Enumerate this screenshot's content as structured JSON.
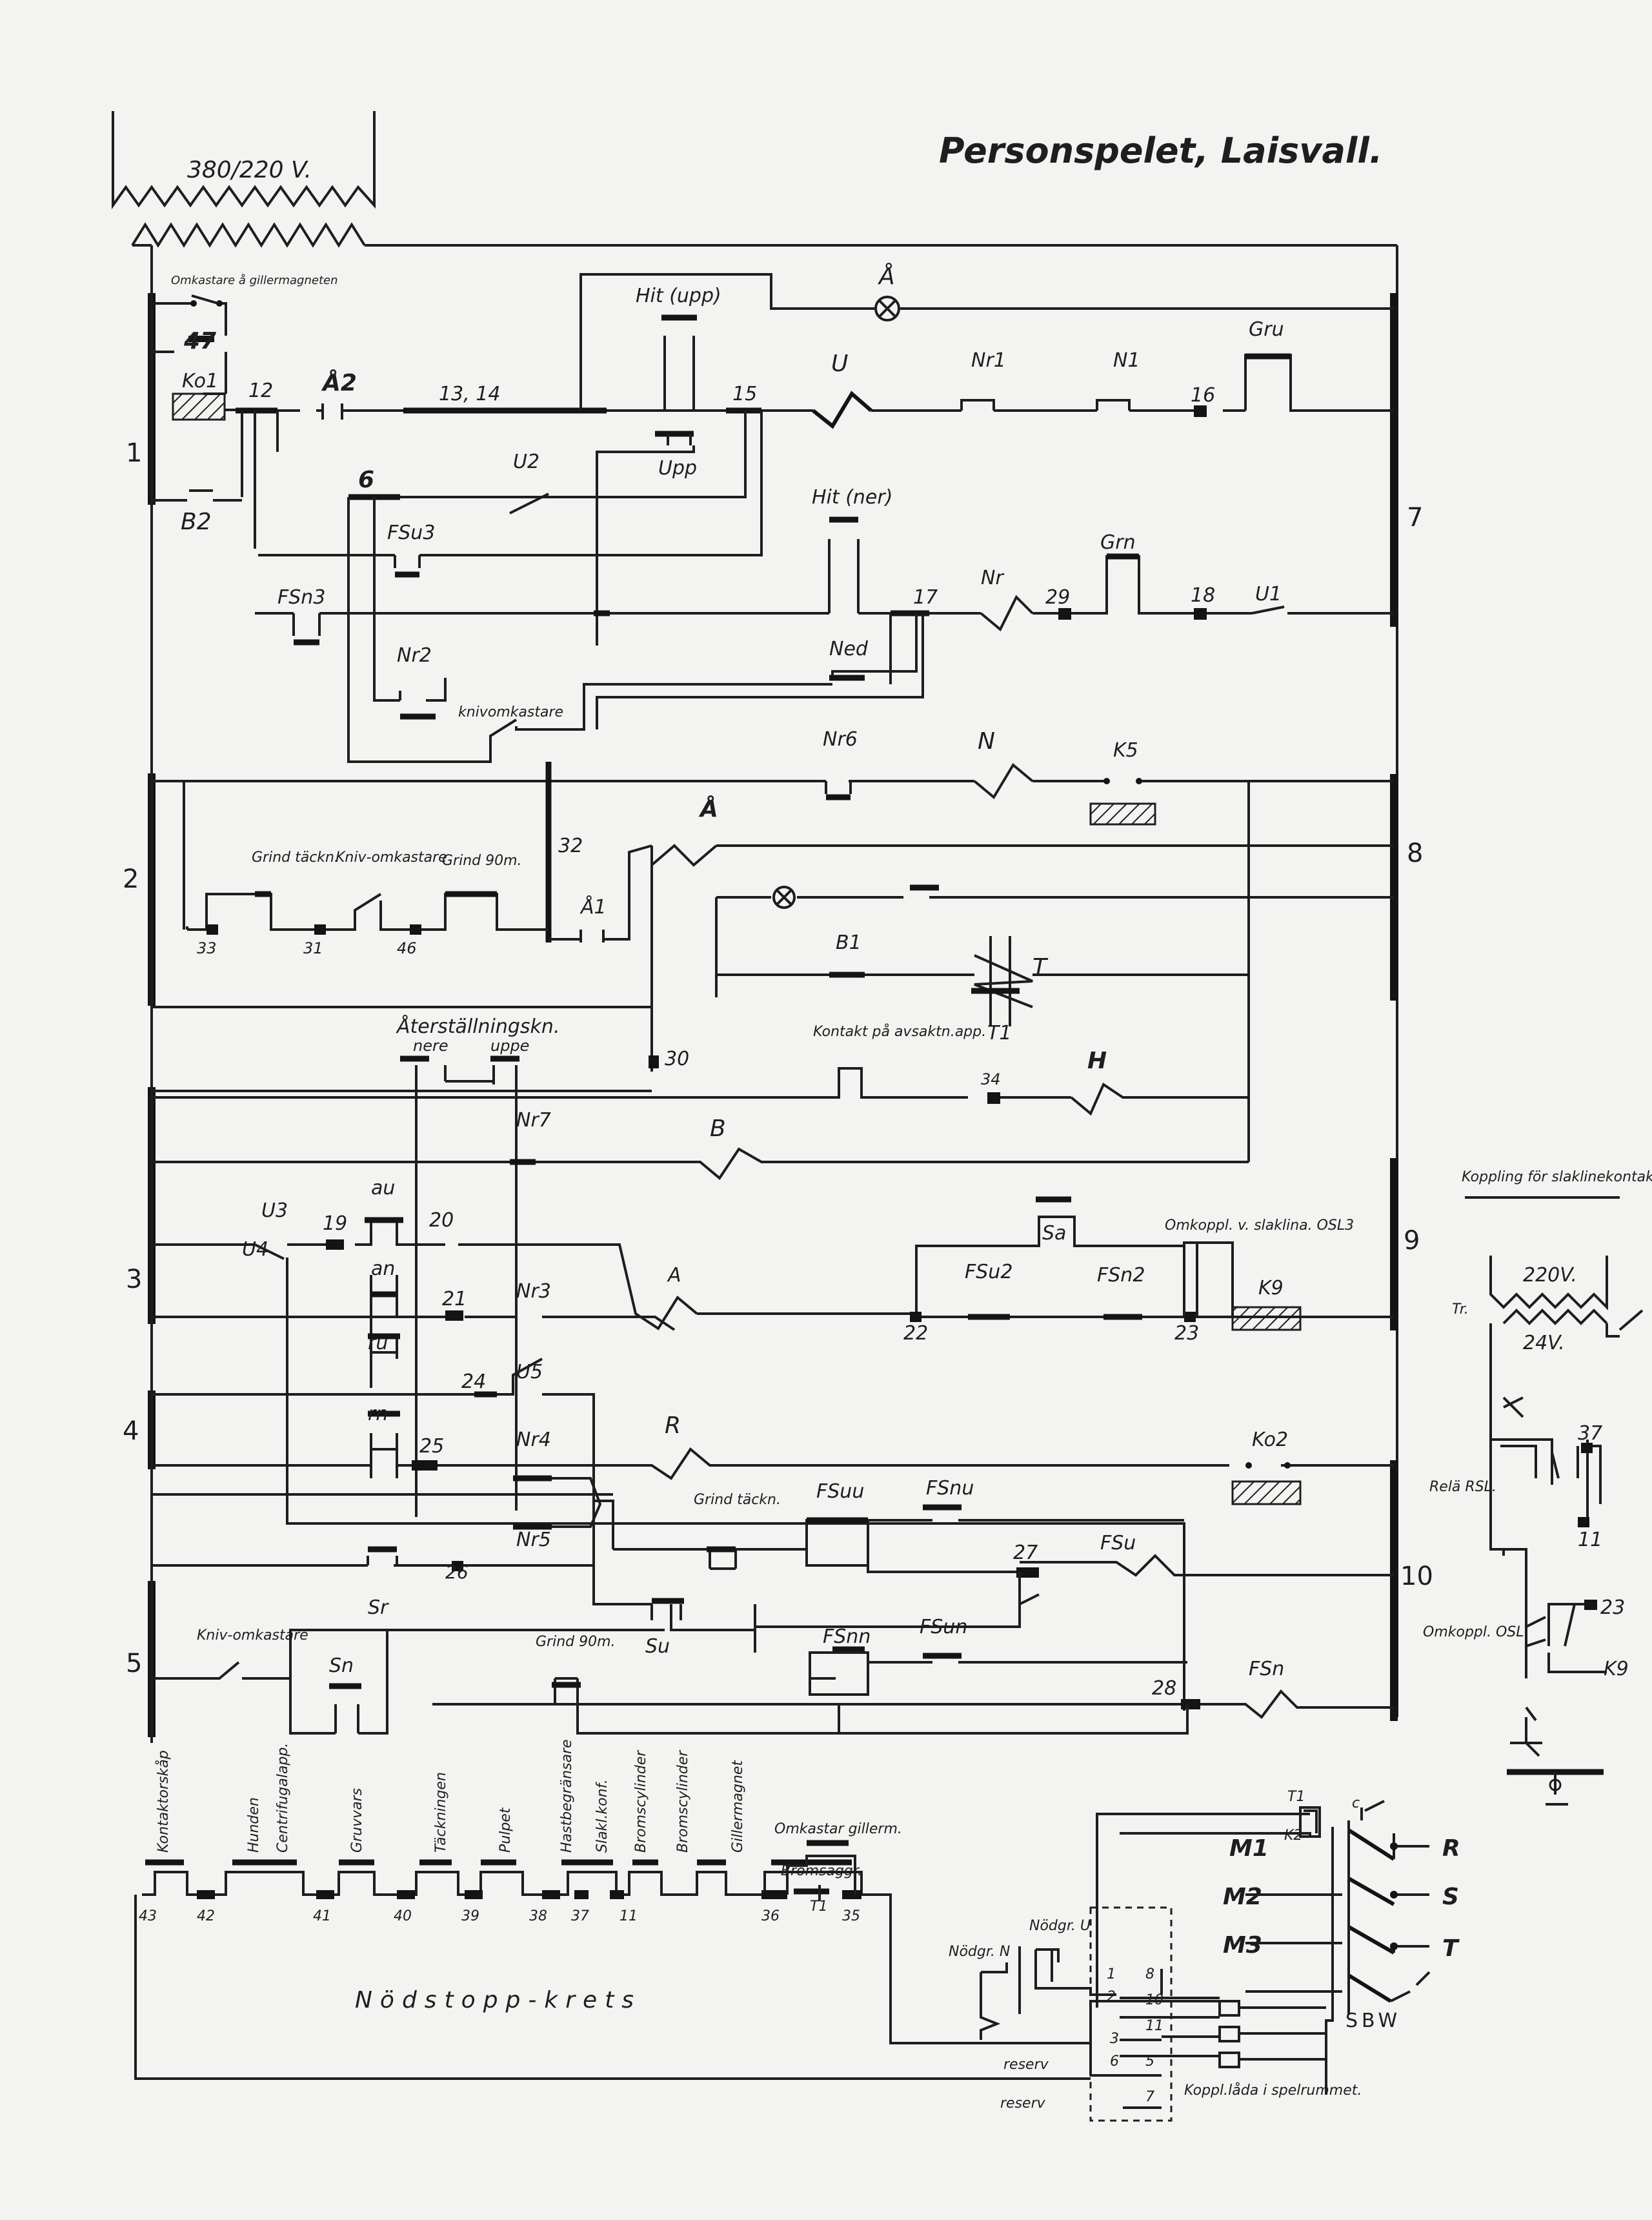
{
  "title": "Personspelet, Laisvall.",
  "supply_label": "380/220 V.",
  "omkastare_label": "Omkastare å gillermagneten",
  "row_numbers": [
    "1",
    "2",
    "3",
    "4",
    "5",
    "7",
    "8",
    "9",
    "10"
  ],
  "node_numbers": [
    "12",
    "13, 14",
    "15",
    "16",
    "17",
    "18",
    "19",
    "20",
    "21",
    "22",
    "23",
    "24",
    "25",
    "26",
    "27",
    "28",
    "29",
    "30",
    "31",
    "32",
    "33",
    "34",
    "46"
  ],
  "components": {
    "r47": "47",
    "ko1": "Ko1",
    "b2": "B2",
    "a2": "Å2",
    "hit_upp": "Hit (upp)",
    "upp": "Upp",
    "lamp_a": "Å",
    "u_coil": "U",
    "nr1": "Nr1",
    "n1": "N1",
    "gru": "Gru",
    "b6": "6",
    "u2": "U2",
    "fsu3": "FSu3",
    "fsn3": "FSn3",
    "hit_ner": "Hit (ner)",
    "nr_coil": "Nr",
    "grn": "Grn",
    "u1": "U1",
    "nr2": "Nr2",
    "ned": "Ned",
    "knivomkastare": "knivomkastare",
    "nr6": "Nr6",
    "n_coil": "N",
    "k5": "K5",
    "a_coil": "Å",
    "a1": "Å1",
    "b1": "B1",
    "t_coil": "T",
    "t1": "T1",
    "grind_tackn": "Grind täckn.",
    "kniv_omkastare": "Kniv-omkastare",
    "grind_90": "Grind 90m.",
    "aterstallning": "Återställningskn.",
    "nere": "nere",
    "uppe": "uppe",
    "kontakt": "Kontakt på avsaktn.app.",
    "h_coil": "H",
    "nr7": "Nr7",
    "b_coil": "B",
    "u3": "U3",
    "u4": "U4",
    "au": "au",
    "an": "an",
    "a_coil2": "A",
    "nr3": "Nr3",
    "sa": "Sa",
    "fsu2": "FSu2",
    "fsn2": "FSn2",
    "omkoppl": "Omkoppl. v. slaklina. OSL3",
    "k9": "K9",
    "ru": "ru",
    "rn": "rn",
    "u5": "U5",
    "nr4": "Nr4",
    "nr5": "Nr5",
    "r_coil": "R",
    "ko2": "Ko2",
    "grind_tackn2": "Grind täckn.",
    "fsuu": "FSuu",
    "fsnu": "FSnu",
    "fsu_coil": "FSu",
    "sr": "Sr",
    "su": "Su",
    "sn": "Sn",
    "kniv2": "Kniv-omkastare",
    "grind_90b": "Grind 90m.",
    "fsnn": "FSnn",
    "fsun": "FSun",
    "fsn_coil": "FSn"
  },
  "side_panel": {
    "title": "Koppling för slaklinekontakt.",
    "v220": "220V.",
    "v24": "24V.",
    "tr": "Tr.",
    "rela": "Relä RSL.",
    "r37": "37",
    "r11": "11",
    "omkoppl": "Omkoppl. OSL.",
    "r23": "23",
    "k9": "K9"
  },
  "nodstopp": {
    "label": "Nödstopp-krets",
    "vertical_labels": [
      "Kontaktorskåp",
      "Hunden",
      "Centrifugalapp.",
      "Gruvvars",
      "Täckningen",
      "Pulpet",
      "Hastbegränsare",
      "Slakl.konf.",
      "Bromscylinder",
      "Bromscylinder",
      "Gillermagnet"
    ],
    "numbers": [
      "43",
      "42",
      "41",
      "40",
      "39",
      "38",
      "37",
      "11",
      "36",
      "35"
    ],
    "omkastar": "Omkastar gillerm.",
    "bromsaggr": "Bromsaggr.",
    "t1": "T1"
  },
  "motor": {
    "m1": "M1",
    "m2": "M2",
    "m3": "M3",
    "r": "R",
    "s": "S",
    "t": "T",
    "sbw": "SBW",
    "t1": "T1",
    "k2": "K2",
    "nodgr_n": "Nödgr. N",
    "nodgr_u": "Nödgr. U",
    "terminals": [
      "1",
      "2",
      "3",
      "5",
      "6",
      "7",
      "8",
      "10",
      "11"
    ],
    "reserv": "reserv",
    "reserv2": "reserv",
    "koppl": "Koppl.låda i spelrummet.",
    "c": "c"
  }
}
